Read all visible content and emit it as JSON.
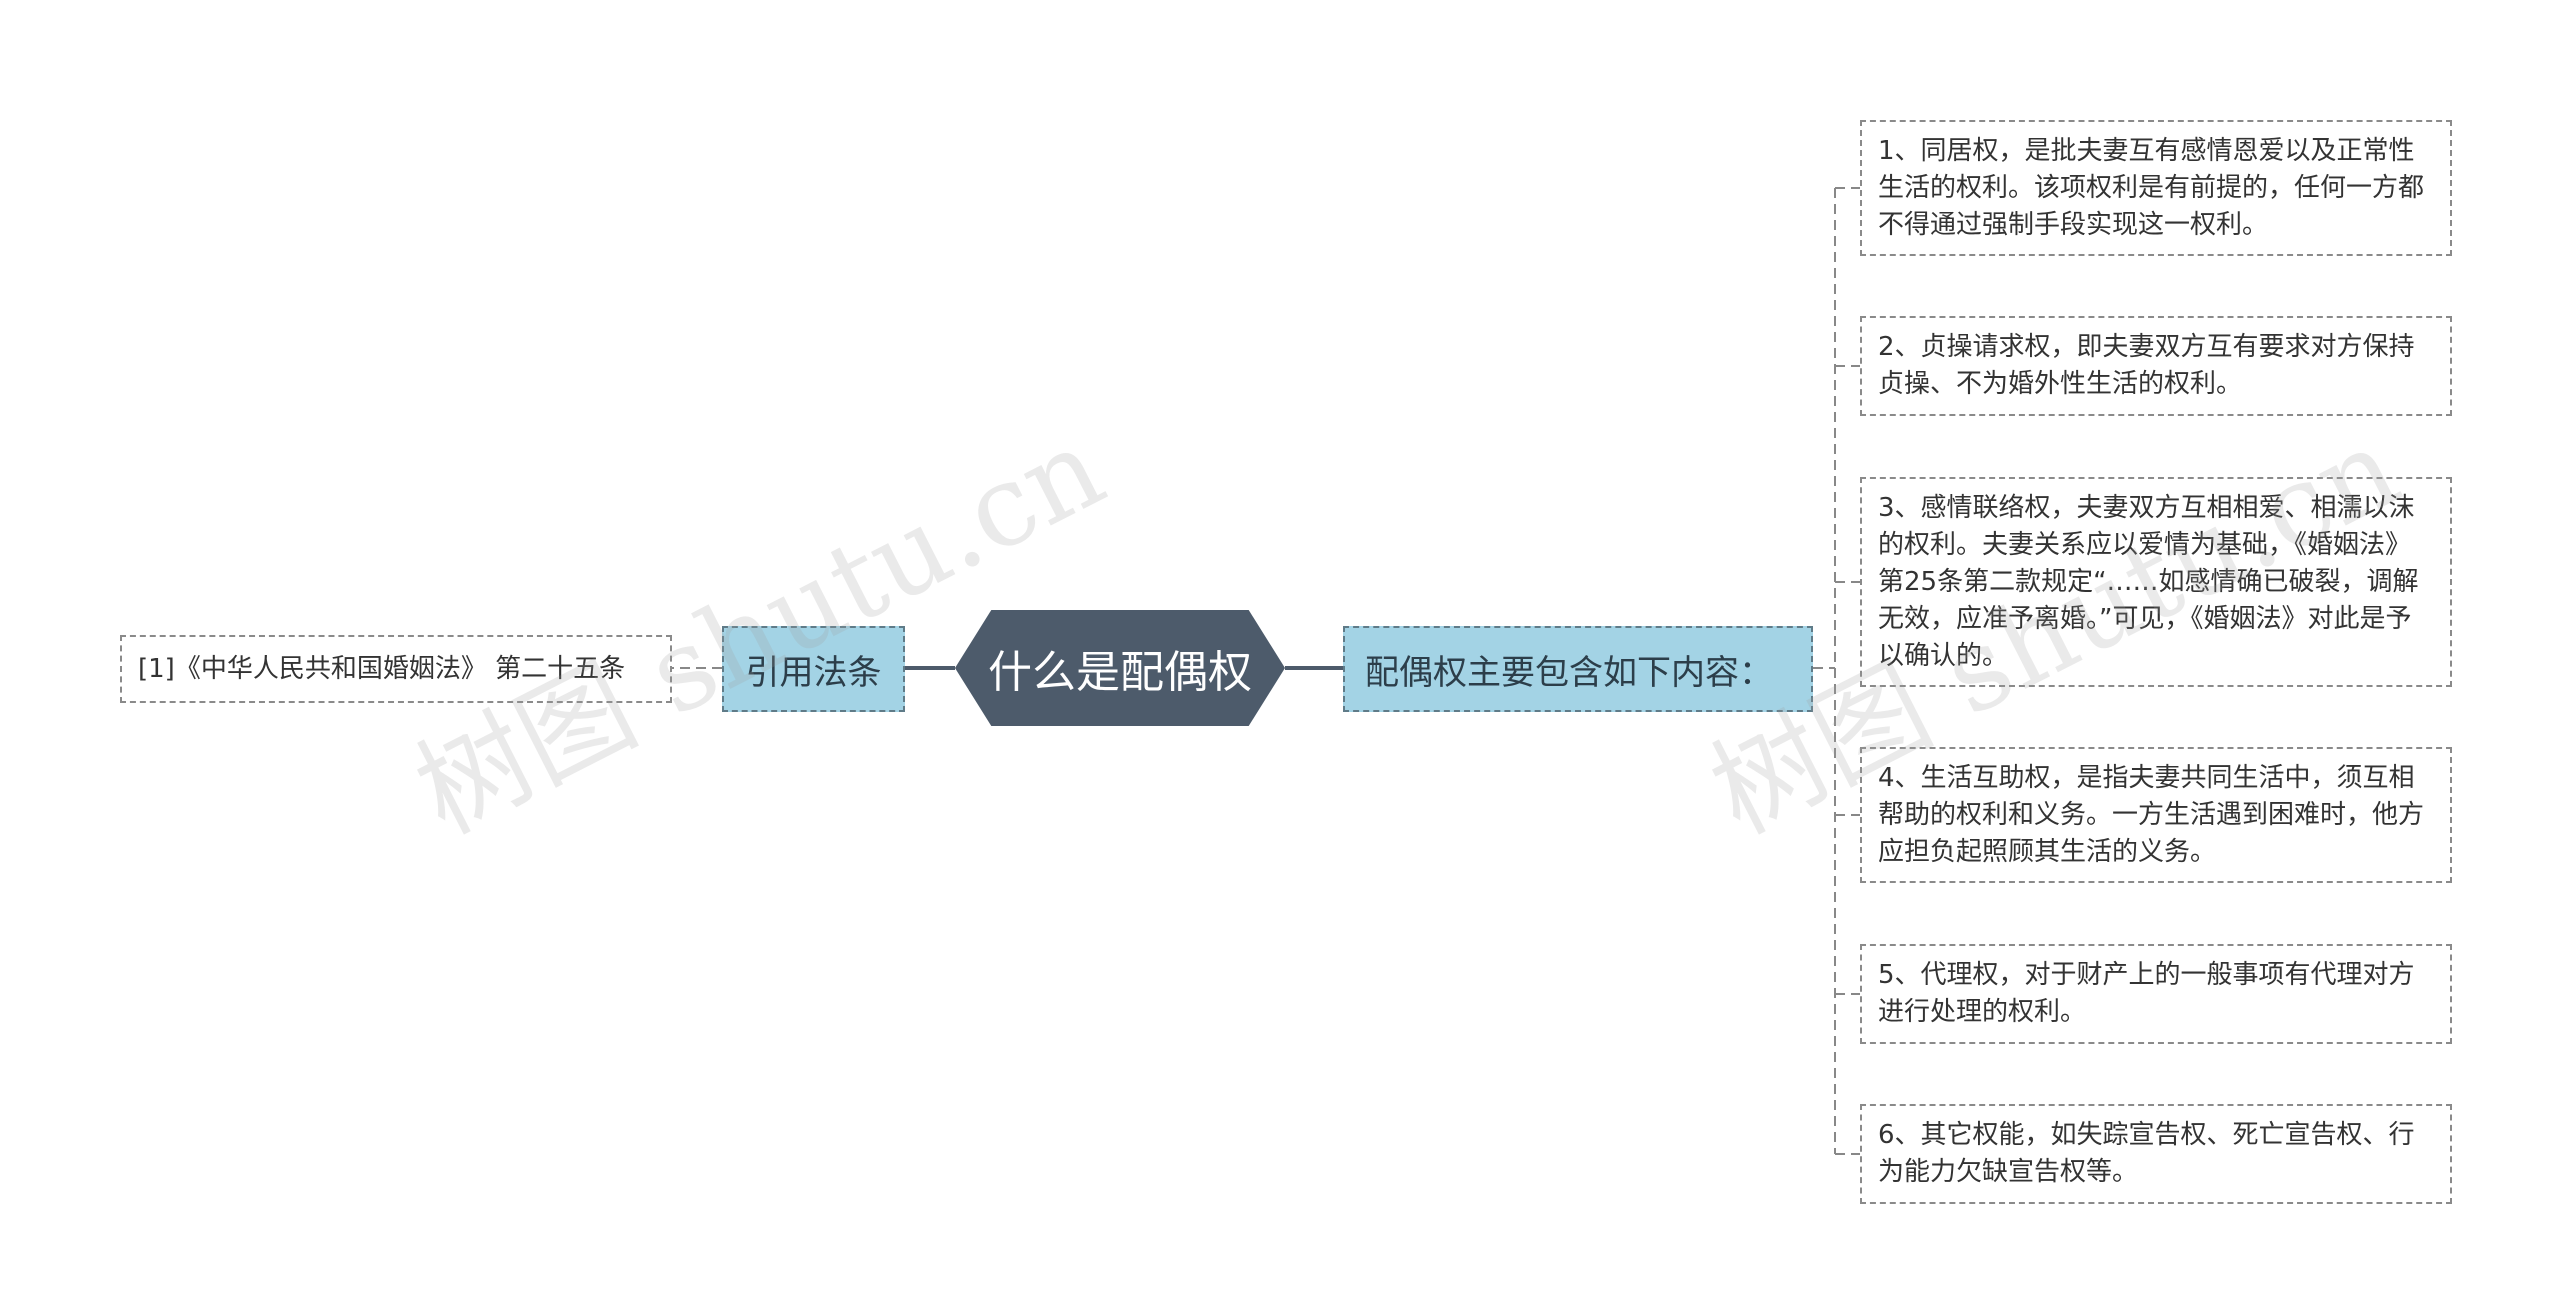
{
  "center": {
    "label": "什么是配偶权"
  },
  "left_branch": {
    "label": "引用法条",
    "reference": "[1]《中华人民共和国婚姻法》 第二十五条"
  },
  "right_branch": {
    "label": "配偶权主要包含如下内容：",
    "items": [
      "1、同居权，是批夫妻互有感情恩爱以及正常性生活的权利。该项权利是有前提的，任何一方都不得通过强制手段实现这一权利。",
      "2、贞操请求权，即夫妻双方互有要求对方保持贞操、不为婚外性生活的权利。",
      "3、感情联络权，夫妻双方互相相爱、相濡以沫的权利。夫妻关系应以爱情为基础，《婚姻法》第25条第二款规定“……如感情确已破裂，调解无效，应准予离婚。”可见，《婚姻法》对此是予以确认的。",
      "4、生活互助权，是指夫妻共同生活中，须互相帮助的权利和义务。一方生活遇到困难时，他方应担负起照顾其生活的义务。",
      "5、代理权，对于财产上的一般事项有代理对方进行处理的权利。",
      "6、其它权能，如失踪宣告权、死亡宣告权、行为能力欠缺宣告权等。"
    ]
  },
  "watermarks": [
    "树图 shutu.cn",
    "树图 shutu.cn"
  ]
}
